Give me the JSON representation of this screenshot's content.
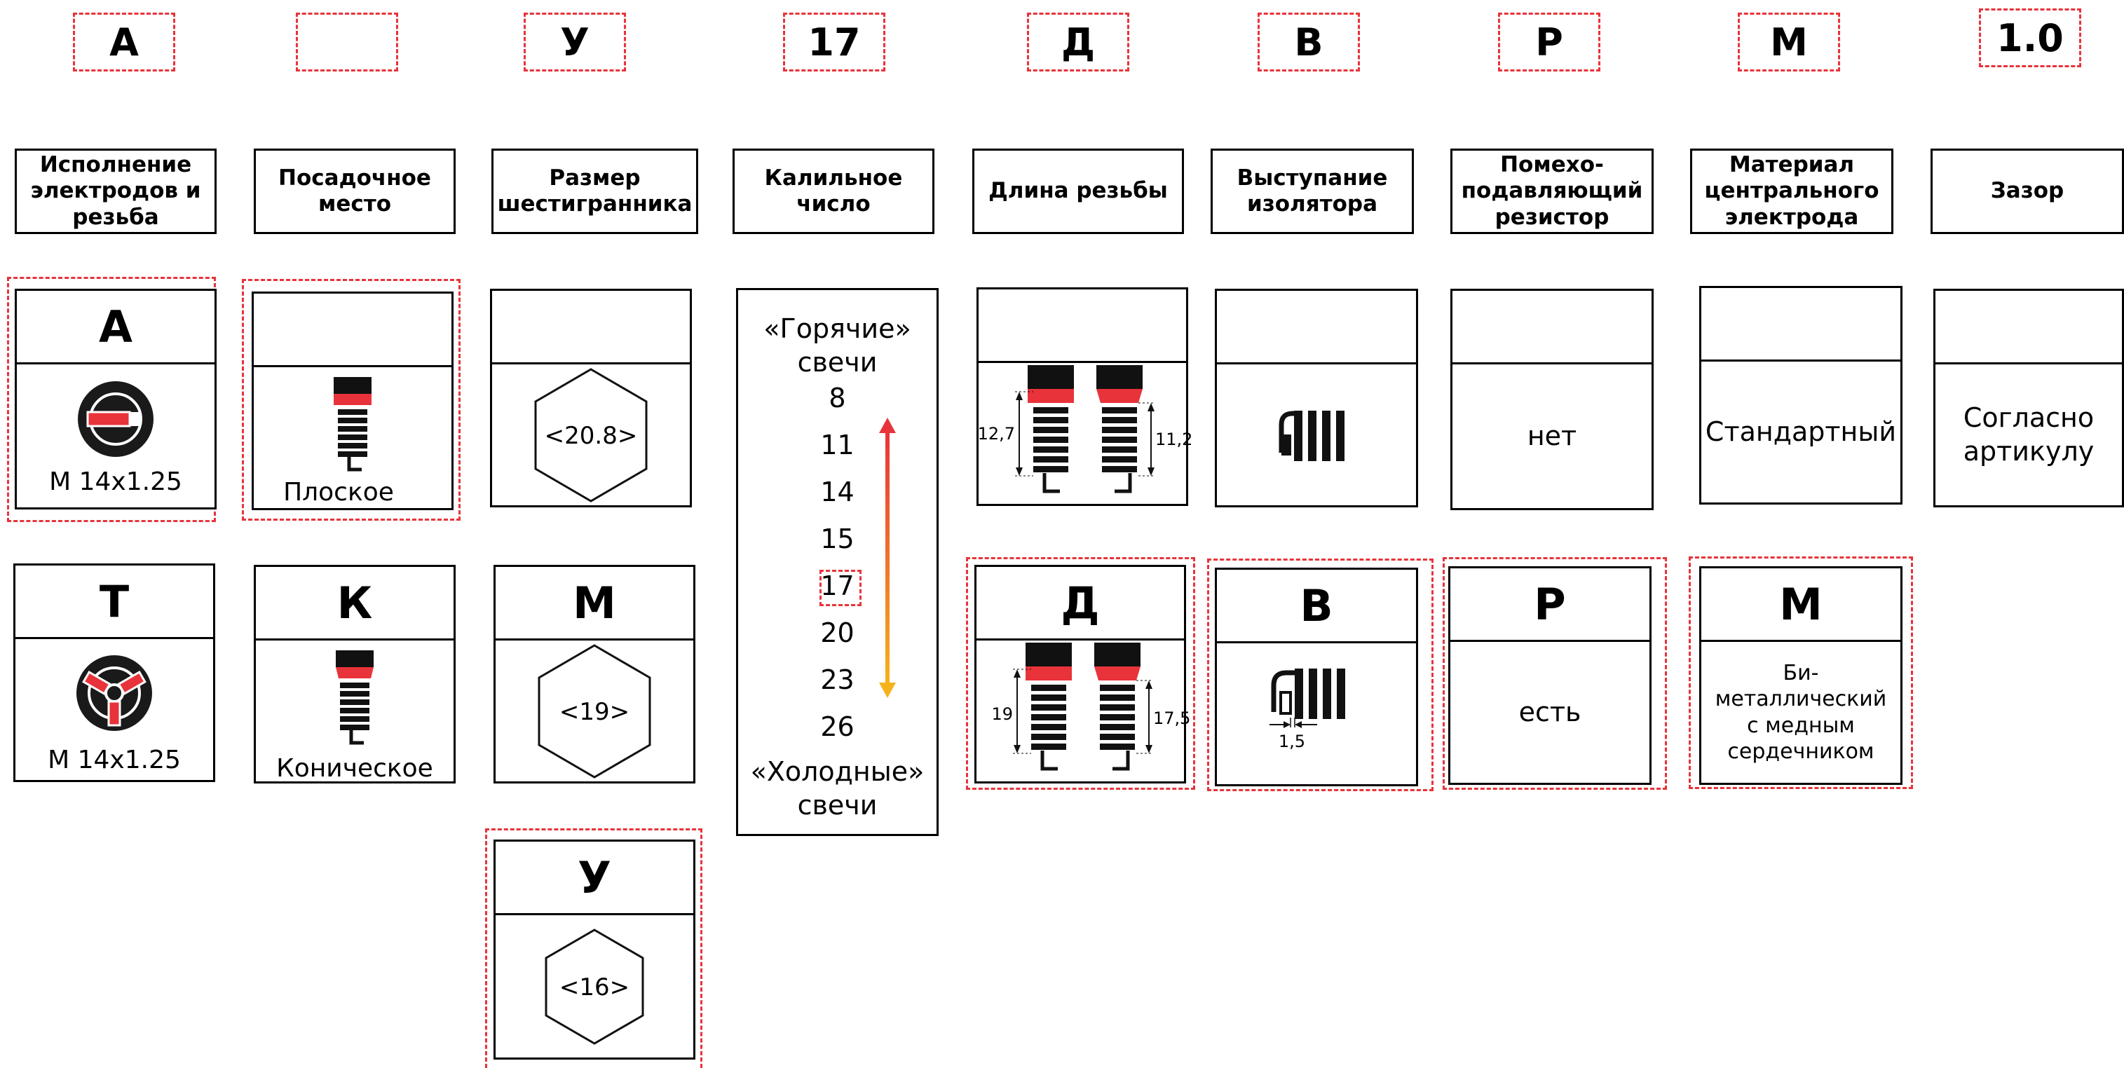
{
  "codes": [
    "А",
    "",
    "У",
    "17",
    "Д",
    "В",
    "Р",
    "М",
    "1.0"
  ],
  "headers": [
    "Исполнение электродов и резьба",
    "Посадочное место",
    "Размер шестигранника",
    "Калильное число",
    "Длина резьбы",
    "Выступание изолятора",
    "Помехо-подавляющий резистор",
    "Материал центрального электрода",
    "Зазор"
  ],
  "electrodes": [
    {
      "code": "А",
      "icon": "single-electrode-icon",
      "label": "М 14х1.25",
      "selected": true
    },
    {
      "code": "Т",
      "icon": "triple-electrode-icon",
      "label": "М 14х1.25",
      "selected": false
    }
  ],
  "seat": [
    {
      "code": "",
      "icon": "flat-seat-plug-icon",
      "label": "Плоское",
      "selected": true
    },
    {
      "code": "К",
      "icon": "conical-seat-plug-icon",
      "label": "Коническое",
      "selected": false
    }
  ],
  "hex": [
    {
      "code": "",
      "size": "<20.8>",
      "selected": false
    },
    {
      "code": "М",
      "size": "<19>",
      "selected": false
    },
    {
      "code": "У",
      "size": "<16>",
      "selected": true
    }
  ],
  "heat": {
    "hot_label": "«Горячие» свечи",
    "values": [
      "8",
      "11",
      "14",
      "15",
      "17",
      "20",
      "23",
      "26"
    ],
    "selected": "17",
    "cold_label": "«Холодные» свечи"
  },
  "thread": [
    {
      "code": "",
      "left": "12,7",
      "right": "11,2",
      "selected": false
    },
    {
      "code": "Д",
      "left": "19",
      "right": "17,5",
      "selected": true
    }
  ],
  "insulator": [
    {
      "code": "",
      "icon": "insulator-flush-icon",
      "note": "",
      "selected": false
    },
    {
      "code": "В",
      "icon": "insulator-protruding-icon",
      "note": "1,5",
      "selected": true
    }
  ],
  "resistor": [
    {
      "code": "",
      "label": "нет",
      "selected": false
    },
    {
      "code": "Р",
      "label": "есть",
      "selected": true
    }
  ],
  "material": [
    {
      "code": "",
      "label": "Стандартный",
      "selected": false
    },
    {
      "code": "М",
      "label": "Би-металлический с медным сердечником",
      "selected": true
    }
  ],
  "gap": [
    {
      "code": "",
      "label": "Согласно артикулу",
      "selected": false
    }
  ],
  "colors": {
    "accent": "#e8333a",
    "arrow_top": "#e8333a",
    "arrow_bottom": "#f5b21c"
  }
}
